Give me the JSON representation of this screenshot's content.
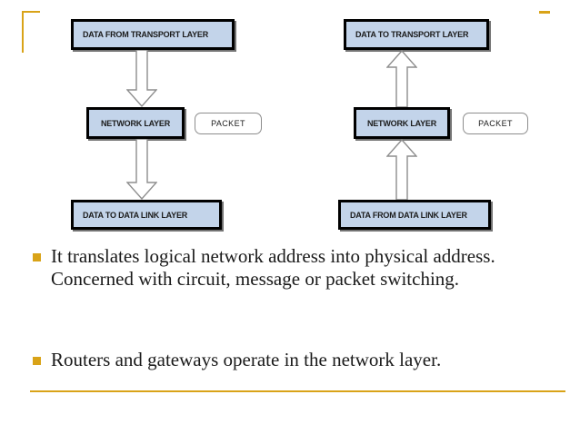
{
  "slide": {
    "accent_color": "#d9a318",
    "box_fill_color": "#c3d4ea",
    "box_border_color": "#000000",
    "arrow_outline_color": "#8d8d8d",
    "text_color": "#1a1a1a"
  },
  "diagram": {
    "left_flow": {
      "title_role": "sending-side",
      "boxes": [
        {
          "id": "data-from-transport-layer",
          "label": "DATA FROM TRANSPORT LAYER"
        },
        {
          "id": "network-layer",
          "label": "NETWORK LAYER"
        },
        {
          "id": "data-to-data-link-layer",
          "label": "DATA TO DATA LINK LAYER"
        }
      ],
      "annotation": {
        "id": "packet",
        "label": "PACKET"
      },
      "arrow_direction": "down"
    },
    "right_flow": {
      "title_role": "receiving-side",
      "boxes": [
        {
          "id": "data-to-transport-layer",
          "label": "DATA TO TRANSPORT LAYER"
        },
        {
          "id": "network-layer",
          "label": "NETWORK LAYER"
        },
        {
          "id": "data-from-data-link-layer",
          "label": "DATA FROM DATA LINK LAYER"
        }
      ],
      "annotation": {
        "id": "packet",
        "label": "PACKET"
      },
      "arrow_direction": "up"
    }
  },
  "bullets": [
    {
      "text": "It translates logical network address into physical address. Concerned with circuit, message or packet switching."
    },
    {
      "text": "Routers and gateways operate in the network layer."
    }
  ]
}
